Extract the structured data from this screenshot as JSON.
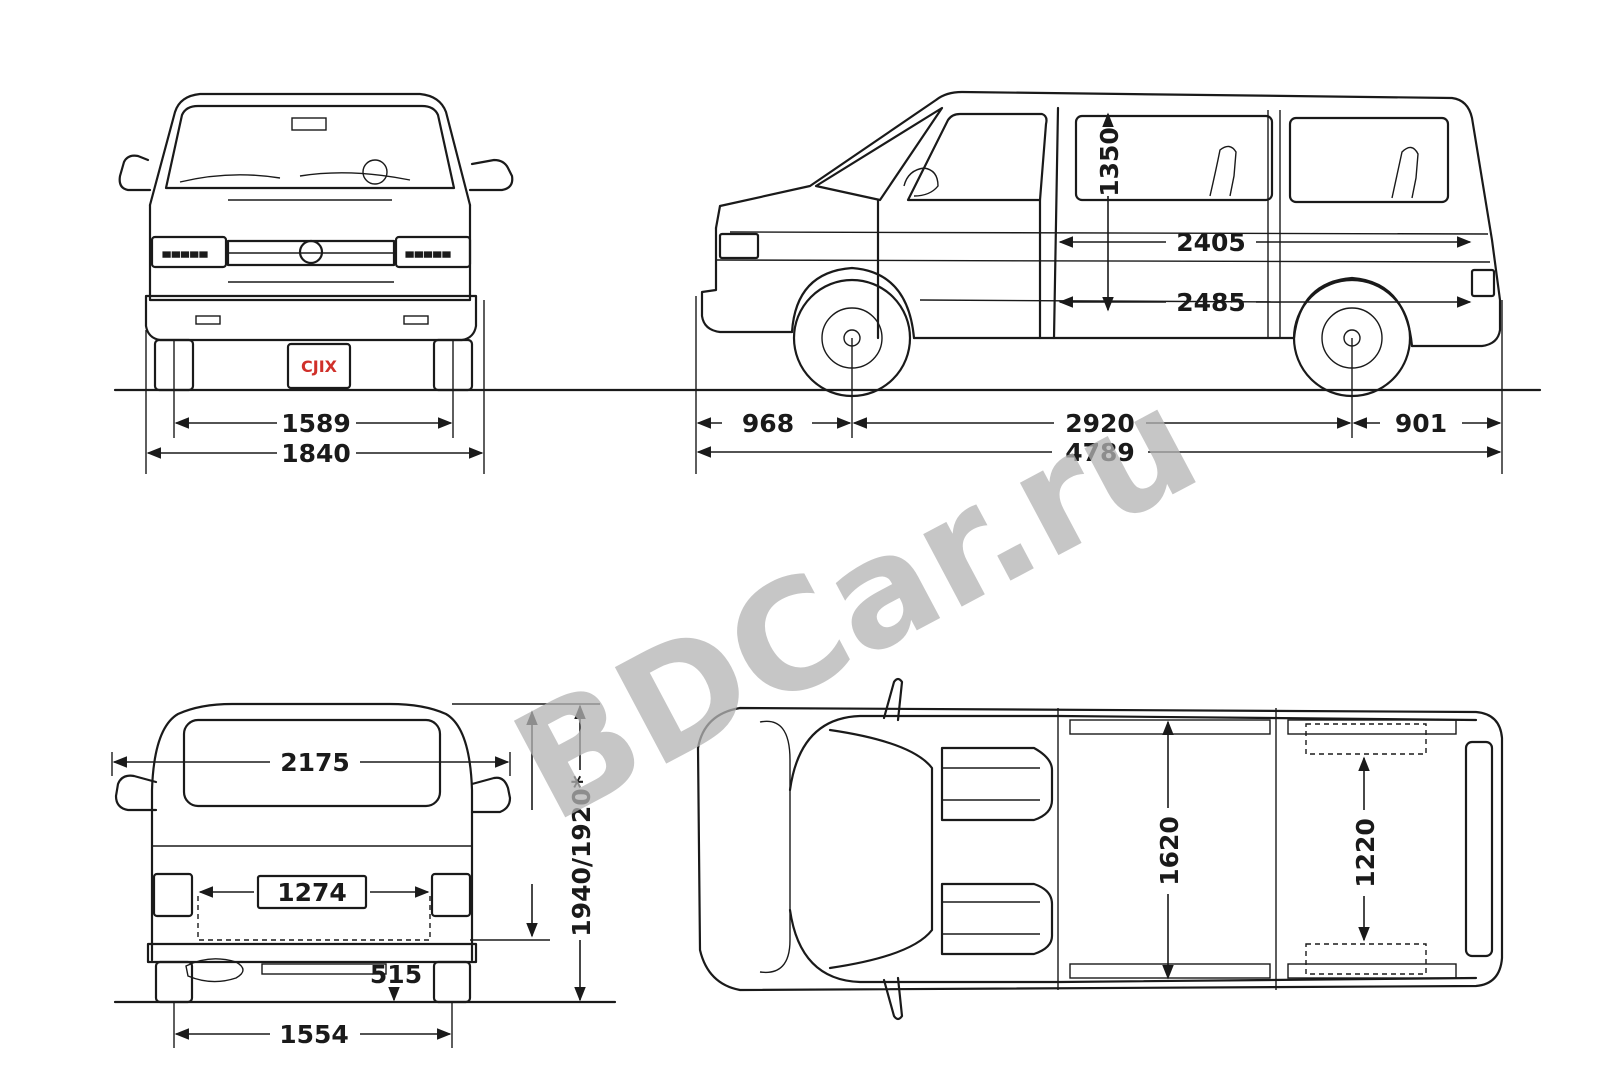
{
  "watermark": "BDCar.ru",
  "plate_text": "CJIX",
  "dimensions": {
    "front_track": "1589",
    "front_width": "1840",
    "front_overhang": "968",
    "wheelbase": "2920",
    "rear_overhang": "901",
    "overall_length": "4789",
    "interior_height": "1350",
    "load_length_upper": "2405",
    "load_length_lower": "2485",
    "mirror_width": "2175",
    "rear_opening_width": "1274",
    "loading_sill_height": "515",
    "rear_track": "1554",
    "overall_height": "1940/1920*",
    "interior_width": "1620",
    "width_between_arches": "1220"
  },
  "colors": {
    "line": "#1a1a1a",
    "watermark": "#b4b4b4",
    "plate_red": "#d0302a"
  }
}
